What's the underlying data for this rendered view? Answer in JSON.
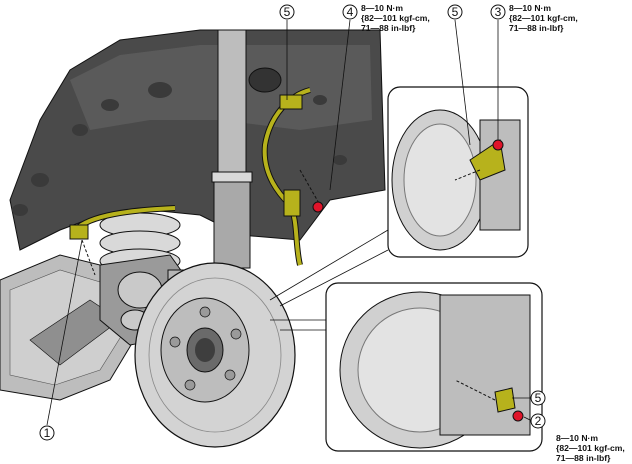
{
  "callouts": [
    {
      "id": "1",
      "label": "1"
    },
    {
      "id": "2",
      "label": "2"
    },
    {
      "id": "3",
      "label": "3"
    },
    {
      "id": "4",
      "label": "4"
    },
    {
      "id": "5a",
      "label": "5"
    },
    {
      "id": "5b",
      "label": "5"
    },
    {
      "id": "5c",
      "label": "5"
    }
  ],
  "torque_specs": {
    "spec_4": [
      "8—10 N·m",
      "{82—101 kgf-cm,",
      "71—88 in-lbf}"
    ],
    "spec_3": [
      "8—10 N·m",
      "{82—101 kgf-cm,",
      "71—88 in-lbf}"
    ],
    "spec_2": [
      "8—10 N·m",
      "{82—101 kgf-cm,",
      "71—88 in-lbf}"
    ]
  },
  "colors": {
    "line": "#111111",
    "metal_light": "#d9d9d9",
    "metal_mid": "#a9a9a9",
    "metal_dark": "#5e5e5e",
    "body_dark": "#4a4a4a",
    "harness": "#b7b21c",
    "bolt_red": "#e0142a"
  }
}
